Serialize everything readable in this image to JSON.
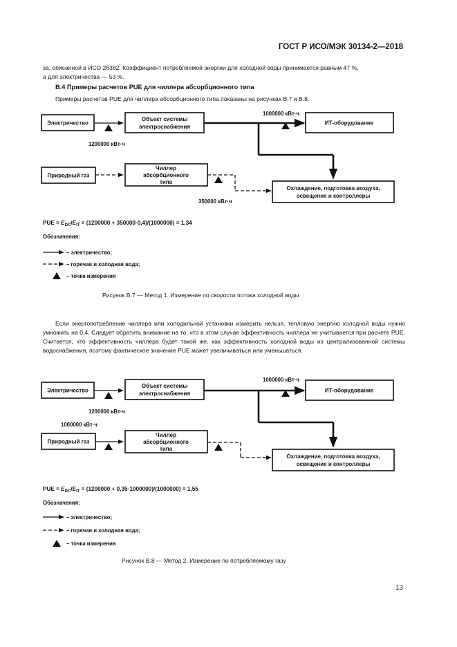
{
  "header": {
    "standard": "ГОСТ Р ИСО/МЭК 30134-2—2018"
  },
  "intro": {
    "line1": "за, описанной в ИСО 26382. Коэффициент потребляемой энергии для холодной воды принимается равным 47 %,",
    "line2": "а для электричества — 53 %."
  },
  "section": {
    "title": "B.4 Примеры расчетов PUE для чиллера абсорбционного типа",
    "lead": "Примеры расчетов PUE для чиллера абсорбционного типа показаны на рисунках B.7 и B.8."
  },
  "fig7": {
    "box_electricity": "Электричество",
    "box_supply_1": "Объект системы",
    "box_supply_2": "электроснабжения",
    "box_it": "ИТ-оборудование",
    "box_gas": "Природный газ",
    "box_chiller_1": "Чиллер",
    "box_chiller_2": "абсорбционного",
    "box_chiller_3": "типа",
    "box_cooling_1": "Охлаждение, подготовка воздуха,",
    "box_cooling_2": "освещение и контроллеры",
    "label_it_power": "1000000 кВт·ч",
    "label_electricity": "1200000 кВт·ч",
    "label_gas": "350000 кВт·ч",
    "formula_prefix": "PUE = ",
    "formula_e": "E",
    "formula_dc": "DC",
    "formula_slash": "/",
    "formula_it": "IT",
    "formula_rest": " = (1200000 +  350000·0,4)/(1000000) = 1,34",
    "legend_title": "Обозначения:",
    "legend_electricity": "– электричество;",
    "legend_water": "– горячая и холодная вода;",
    "legend_point": "– точка измерения",
    "caption": "Рисунок B.7 — Метод 1. Измерение по скорости потока холодной воды"
  },
  "middle": {
    "para": "Если энергопотребление чиллера или холодильной установки измерить нельзя, тепловую энергию холодной воды нужно умножить на 0,4. Следует обратить внимание на то, что в этом случае эффективность чиллера не учитывается при расчете PUE. Считается, что эффективность чиллера будет такой же, как эффективность холодной воды из централизованной системы водоснабжения, поэтому фактическое значение PUE может увеличиваться или уменьшаться."
  },
  "fig8": {
    "box_electricity": "Электричество",
    "box_supply_1": "Объект системы",
    "box_supply_2": "электроснабжения",
    "box_it": "ИТ-оборудование",
    "box_gas": "Природный газ",
    "box_chiller_1": "Чиллер",
    "box_chiller_2": "абсорбционного",
    "box_chiller_3": "типа",
    "box_cooling_1": "Охлаждение, подготовка воздуха,",
    "box_cooling_2": "освещение и контроллеры",
    "label_it_power": "1000000 кВт·ч",
    "label_electricity": "1200000 кВт·ч",
    "label_gas": "1000000 кВт·ч",
    "formula_prefix": "PUE = ",
    "formula_e": "E",
    "formula_dc": "DC",
    "formula_slash": "/",
    "formula_it": "IT",
    "formula_rest": " = (1200000 +  0,35·1000000)/(1000000) = 1,55",
    "legend_title": "Обозначения:",
    "legend_electricity": "– электричество;",
    "legend_water": "– горячая и холодная вода;",
    "legend_point": "– точка измерения",
    "caption": "Рисунок B.8 — Метод 2. Измерение по потребляемому газу"
  },
  "footer": {
    "page_number": "13"
  }
}
